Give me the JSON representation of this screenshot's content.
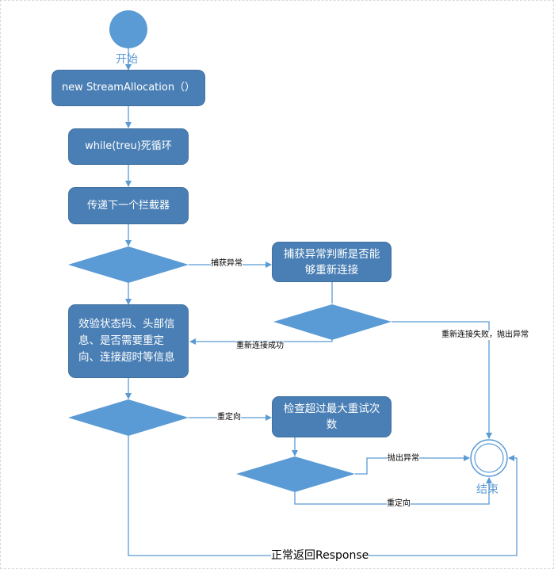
{
  "flowchart": {
    "start_label": "开始",
    "end_label": "结束",
    "nodes": {
      "new_stream": "new StreamAllocation（）",
      "while_loop": "while(treu)死循环",
      "pass_interceptor": "传递下一个拦截器",
      "catch_judge": "捕获异常判断是否能够重新连接",
      "verify_status": "效验状态码、头部信息、是否需要重定向、连接超时等信息",
      "check_retry": "检查超过最大重试次数"
    },
    "edge_labels": {
      "catch_exception": "捕获异常",
      "reconnect_success": "重新连接成功",
      "reconnect_fail": "重新连接失败，抛出异常",
      "redirect_1": "重定向",
      "throw_exception": "抛出异常",
      "redirect_2": "重定向",
      "normal_return": "正常返回Response"
    }
  },
  "colors": {
    "node_fill": "#4a7fb5",
    "shape_fill": "#5b9bd5",
    "edge": "#5b9bd5",
    "label_blue": "#5b9bd5"
  },
  "icons": {
    "start": "start-circle-icon",
    "end": "end-double-circle-icon",
    "arrow": "arrow-head-icon"
  }
}
